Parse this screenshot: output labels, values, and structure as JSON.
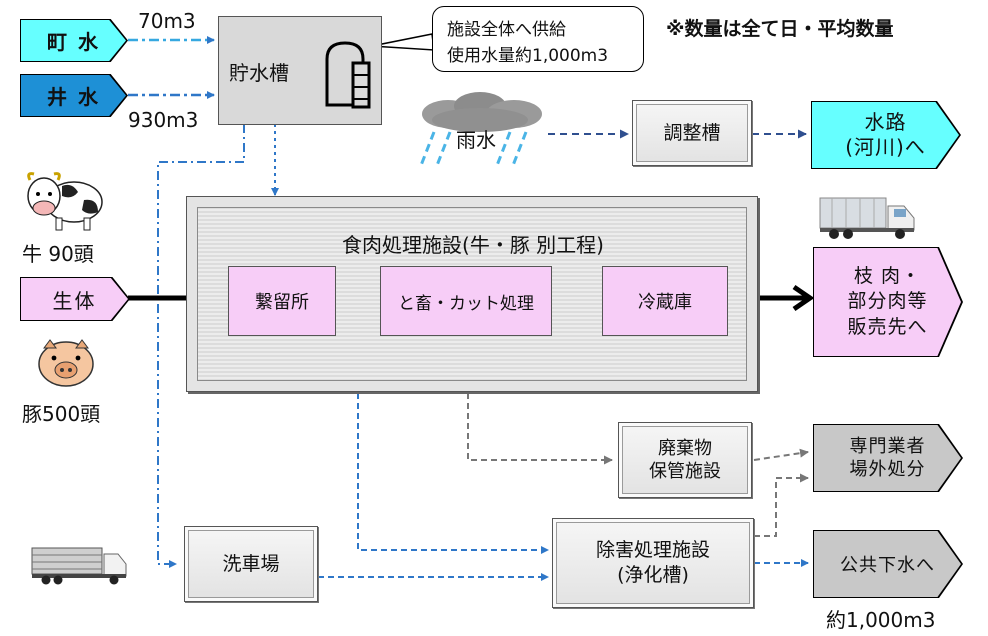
{
  "note": "※数量は全て日・平均数量",
  "sources": {
    "town_water": "町 水",
    "well_water": "井 水",
    "town_water_qty": "70m3",
    "well_water_qty": "930m3"
  },
  "storage_tank": "貯水槽",
  "callout": {
    "line1": "施設全体へ供給",
    "line2": "使用水量約1,000m3"
  },
  "rain": "雨水",
  "regulating_tank": "調整槽",
  "waterway": {
    "line1": "水路",
    "line2": "(河川)へ"
  },
  "facility": {
    "title": "食肉処理施設(牛・豚 別工程)",
    "stages": [
      "繋留所",
      "と畜・カット処理",
      "冷蔵庫"
    ]
  },
  "livestock": {
    "cattle": "牛 90頭",
    "pigs": "豚500頭",
    "input": "生体"
  },
  "output": {
    "line1": "枝 肉・",
    "line2": "部分肉等",
    "line3": "販売先へ"
  },
  "waste_storage": {
    "line1": "廃棄物",
    "line2": "保管施設"
  },
  "contractor": {
    "line1": "専門業者",
    "line2": "場外処分"
  },
  "car_wash": "洗車場",
  "treatment": {
    "line1": "除害処理施設",
    "line2": "(浄化槽)"
  },
  "sewer": "公共下水へ",
  "sewer_qty": "約1,000m3",
  "colors": {
    "town": "#66ffff",
    "well": "#1e90d6",
    "pink": "#f7cdf7",
    "gray_out": "#c8c8c8",
    "arrow_blue": "#2f77c8",
    "arrow_navy": "#2f4f8f",
    "arrow_gray": "#777777"
  }
}
